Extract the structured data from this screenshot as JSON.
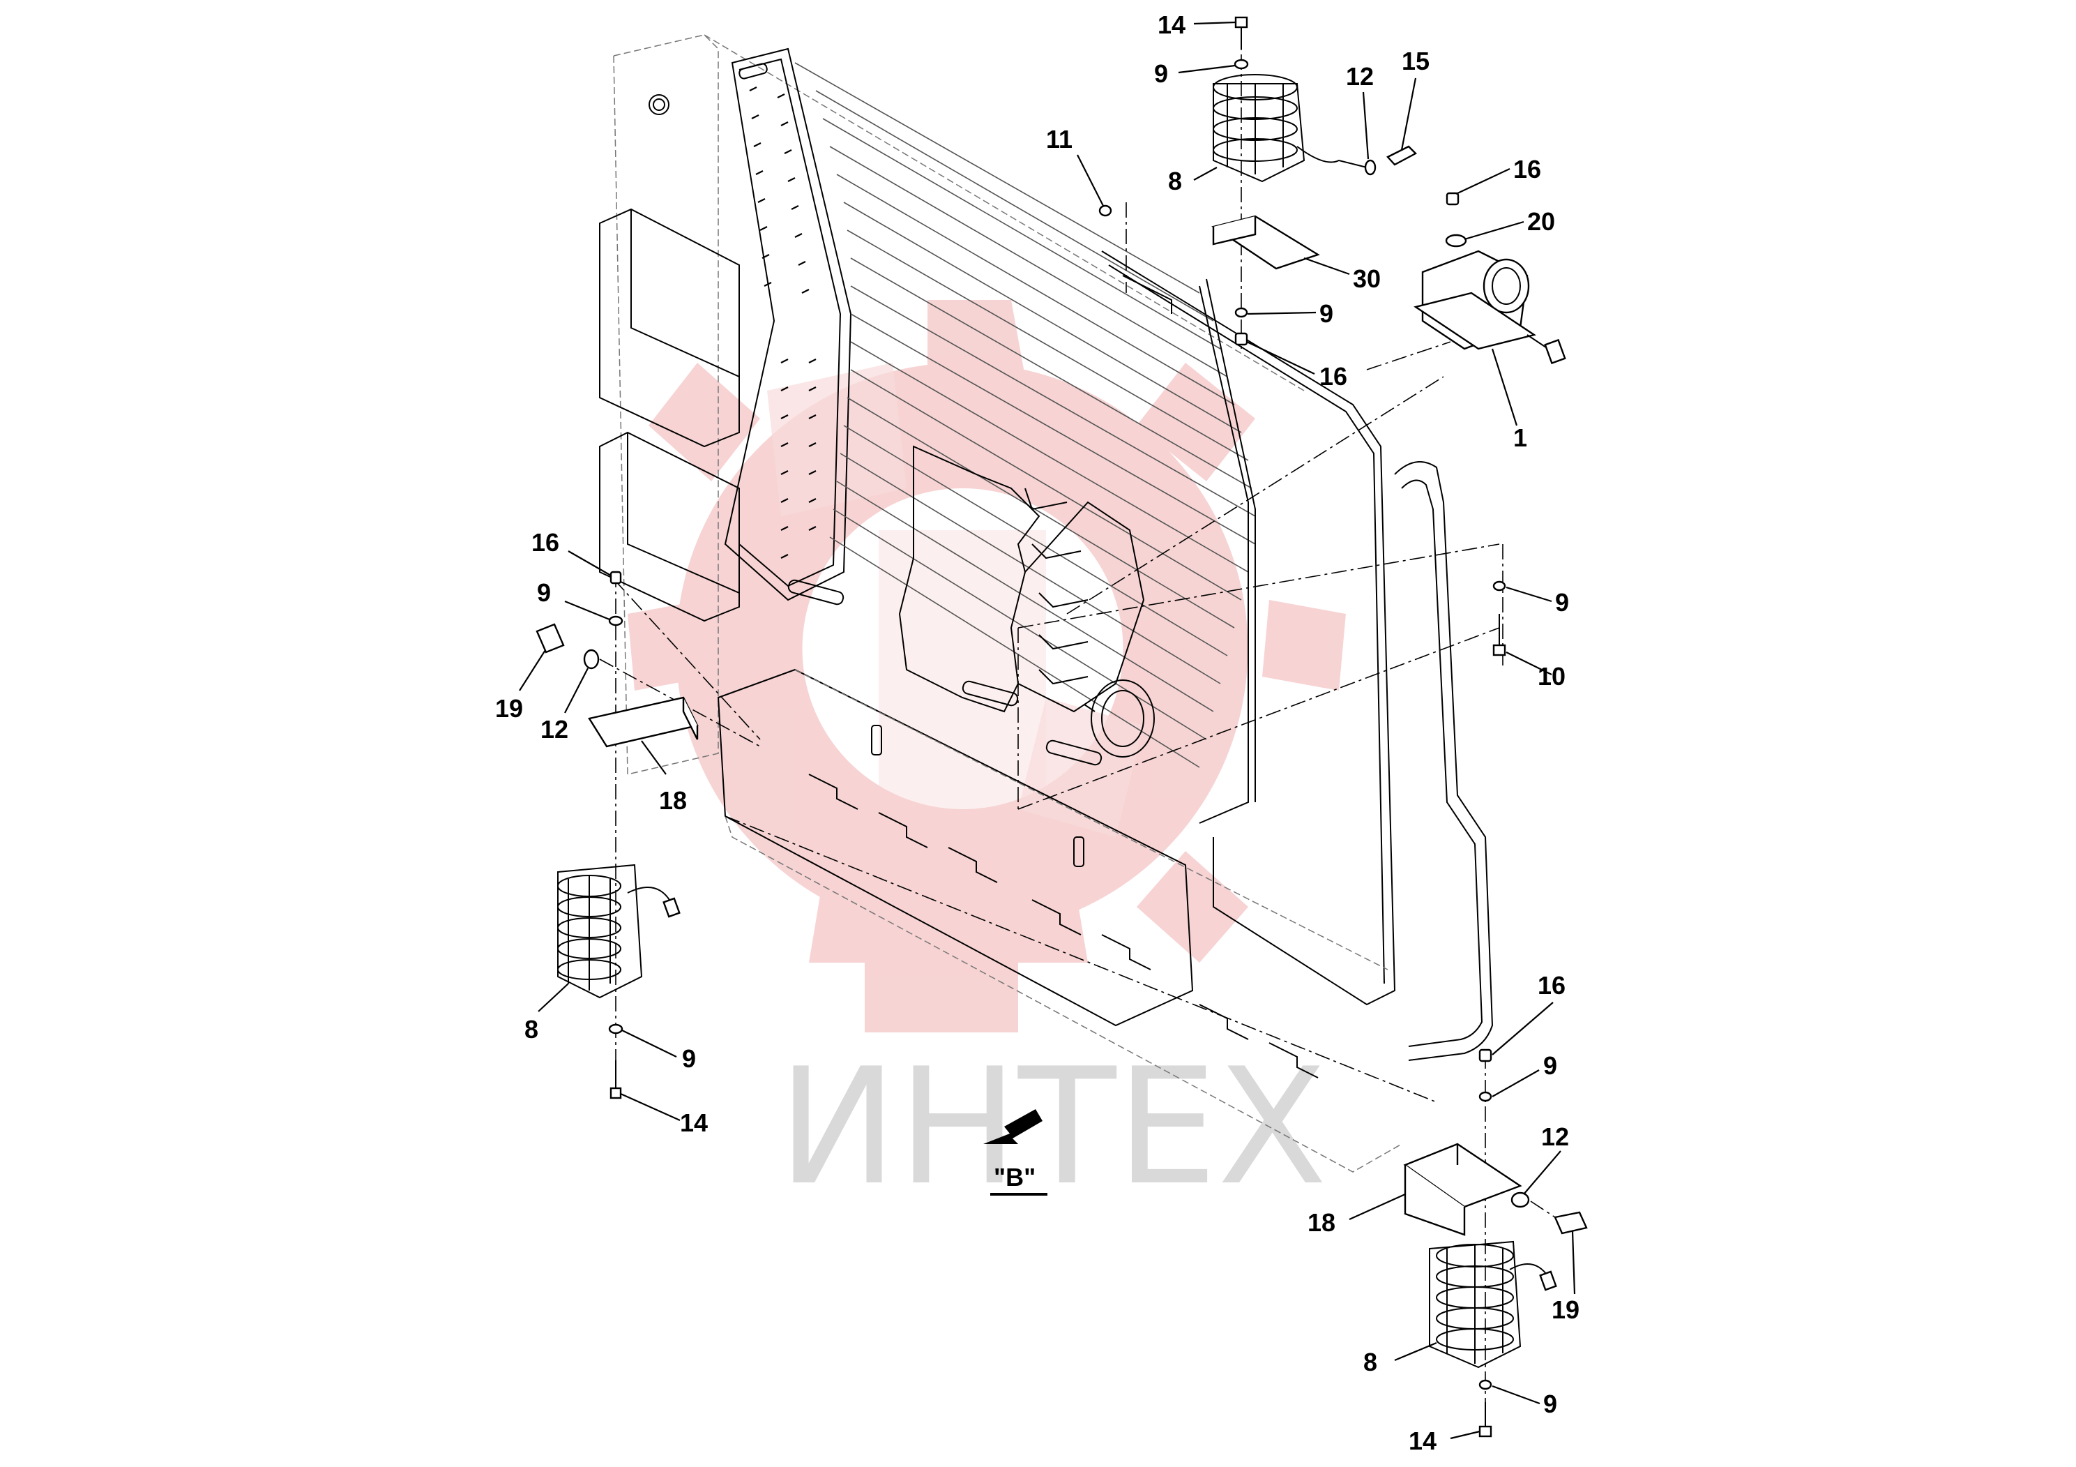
{
  "watermark": {
    "text": "ИНТЕХ",
    "logo_color": "#f4c6c6",
    "text_color": "#d9d9d9"
  },
  "view_marker": {
    "label": "\"B\""
  },
  "callouts": [
    {
      "id": "c14a",
      "label": "14"
    },
    {
      "id": "c9a",
      "label": "9"
    },
    {
      "id": "c12a",
      "label": "12"
    },
    {
      "id": "c15",
      "label": "15"
    },
    {
      "id": "c11",
      "label": "11"
    },
    {
      "id": "c8a",
      "label": "8"
    },
    {
      "id": "c16a",
      "label": "16"
    },
    {
      "id": "c20",
      "label": "20"
    },
    {
      "id": "c30",
      "label": "30"
    },
    {
      "id": "c9b",
      "label": "9"
    },
    {
      "id": "c16b",
      "label": "16"
    },
    {
      "id": "c1",
      "label": "1"
    },
    {
      "id": "c16c",
      "label": "16"
    },
    {
      "id": "c9c",
      "label": "9"
    },
    {
      "id": "c19a",
      "label": "19"
    },
    {
      "id": "c12b",
      "label": "12"
    },
    {
      "id": "c18a",
      "label": "18"
    },
    {
      "id": "c9d",
      "label": "9"
    },
    {
      "id": "c10",
      "label": "10"
    },
    {
      "id": "c8b",
      "label": "8"
    },
    {
      "id": "c9e",
      "label": "9"
    },
    {
      "id": "c14b",
      "label": "14"
    },
    {
      "id": "c16d",
      "label": "16"
    },
    {
      "id": "c9f",
      "label": "9"
    },
    {
      "id": "c12c",
      "label": "12"
    },
    {
      "id": "c18b",
      "label": "18"
    },
    {
      "id": "c19b",
      "label": "19"
    },
    {
      "id": "c8c",
      "label": "8"
    },
    {
      "id": "c9g",
      "label": "9"
    },
    {
      "id": "c14c",
      "label": "14"
    }
  ]
}
